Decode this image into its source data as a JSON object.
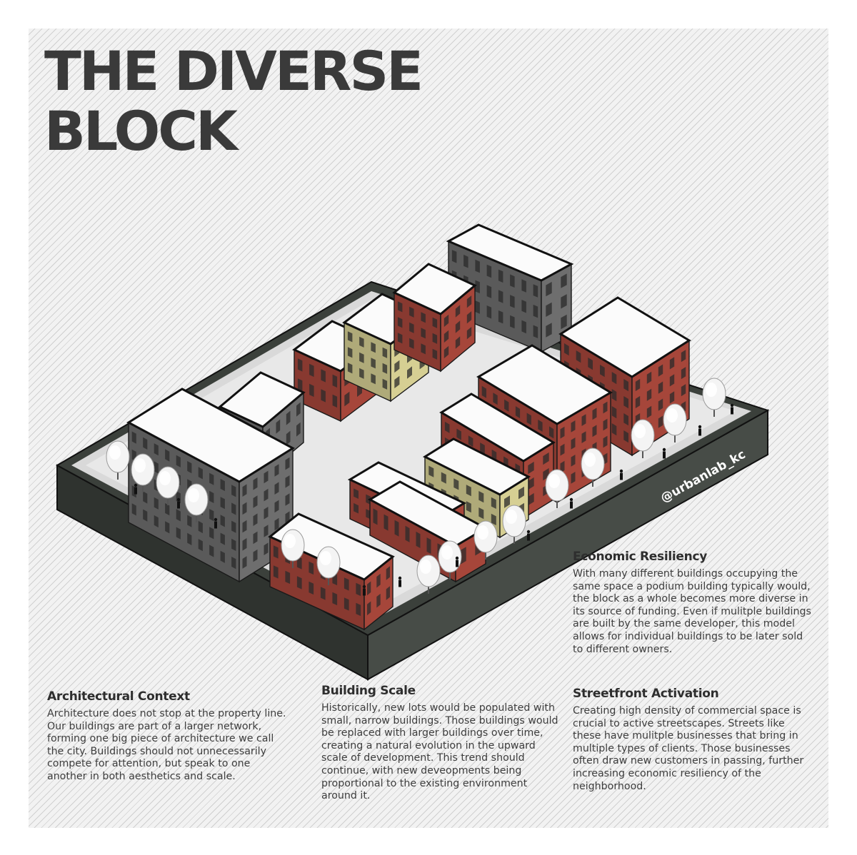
{
  "title": {
    "line1": "THE DIVERSE",
    "line2": "BLOCK"
  },
  "watermark": "@urbanlab_kc",
  "colors": {
    "background": "#f2f2f2",
    "base_dark": "#3b403b",
    "courtyard": "#e6e6e6",
    "brick": "#a6463a",
    "tan": "#d6cf93",
    "gray_building": "#6e6e6e",
    "roof": "#ffffff"
  },
  "sections": {
    "architectural_context": {
      "heading": "Architectural Context",
      "body": "Architecture does not stop at the property line. Our buildings are part of a larger network, forming one big piece of architecture we call the city. Buildings should not unnecessarily compete for attention, but speak to one another in both aesthetics and scale."
    },
    "building_scale": {
      "heading": "Building Scale",
      "body": "Historically, new lots would be populated with small, narrow buildings. Those buildings would be replaced with larger buildings over time, creating a natural evolution in the upward scale of development. This trend should continue, with new deveopments being proportional to the existing environment around it."
    },
    "economic_resiliency": {
      "heading": "Economic Resiliency",
      "body": "With many different buildings occupying the same space a podium building typically would, the block as a whole becomes more diverse in its source of funding. Even if mulitple buildings are built by the same developer, this model allows for individual buildings to be later sold to different owners."
    },
    "streetfront_activation": {
      "heading": "Streetfront Activation",
      "body": "Creating high density of commercial space is crucial to active streetscapes. Streets like these have mulitple businesses that bring in multiple types of clients. Those businesses often draw new customers in passing, further increasing economic resiliency of the neighborhood."
    }
  }
}
